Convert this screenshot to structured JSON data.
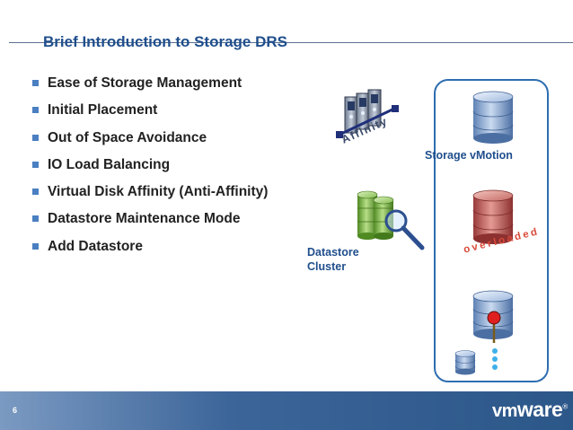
{
  "title": "Brief Introduction to Storage DRS",
  "bullets": [
    "Ease of Storage Management",
    "Initial Placement",
    "Out of Space Avoidance",
    "IO Load Balancing",
    "Virtual Disk Affinity (Anti-Affinity)",
    "Datastore Maintenance Mode",
    "Add Datastore"
  ],
  "diagram": {
    "affinity_label": "Affinity",
    "datastore_cluster_line1": "Datastore",
    "datastore_cluster_line2": "Cluster",
    "storage_vmotion_label": "Storage vMotion",
    "overloaded_label": "overloaded"
  },
  "footer": {
    "page_number": "6",
    "logo_vm": "vm",
    "logo_ware": "ware",
    "logo_reg": "®"
  },
  "colors": {
    "title": "#1f4e8c",
    "bullet_marker": "#4a7fc1",
    "panel_border": "#2e6db0",
    "disk_blue": "#7d9fcf",
    "disk_green": "#74b040",
    "disk_red": "#b24a48",
    "overloaded_text": "#d84a3a",
    "footer": "#3c6599"
  }
}
